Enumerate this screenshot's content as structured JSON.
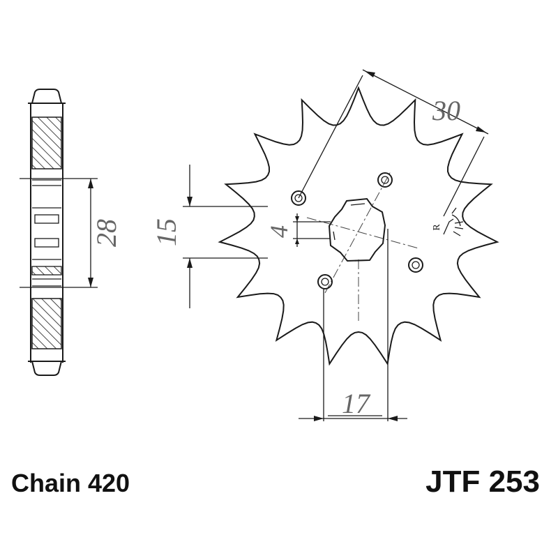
{
  "drawing": {
    "side_view_dimension": "28",
    "keyway_offset_dimension": "15",
    "key_width_dimension": "4",
    "bolt_hole_spacing_dimension": "17",
    "tooth_dimension": "30",
    "surface_finish_mark": "R"
  },
  "footer": {
    "chain_label": "Chain 420",
    "part_number": "JTF 253"
  }
}
